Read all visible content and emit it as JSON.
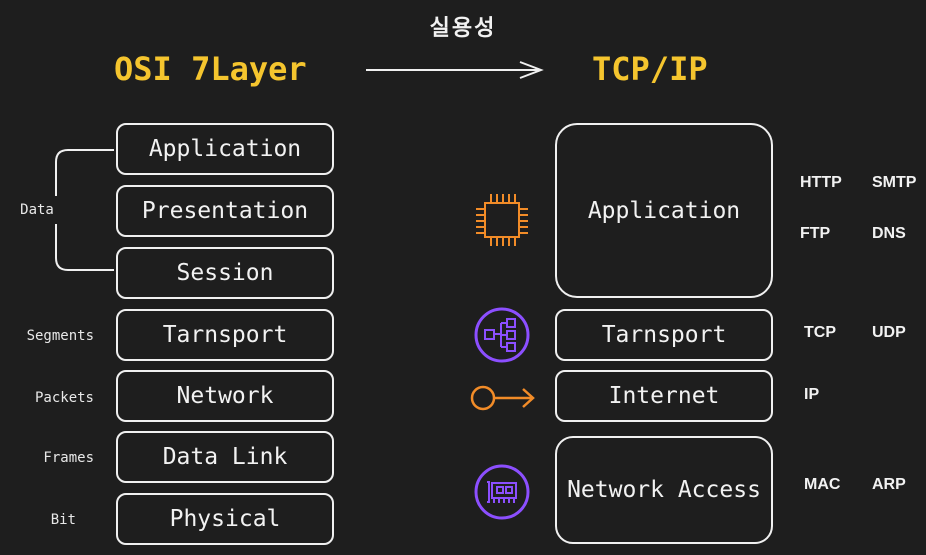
{
  "header": {
    "practicality_label": "실용성",
    "osi_title": "OSI 7Layer",
    "tcpip_title": "TCP/IP"
  },
  "osi_layers": [
    {
      "name": "Application",
      "unit": ""
    },
    {
      "name": "Presentation",
      "unit": ""
    },
    {
      "name": "Session",
      "unit": ""
    },
    {
      "name": "Tarnsport",
      "unit": "Segments"
    },
    {
      "name": "Network",
      "unit": "Packets"
    },
    {
      "name": "Data Link",
      "unit": "Frames"
    },
    {
      "name": "Physical",
      "unit": "Bit"
    }
  ],
  "data_group_label": "Data",
  "tcpip_layers": [
    {
      "name": "Application",
      "icon": "chip-icon",
      "icon_color": "#f28c28",
      "protocols": [
        "HTTP",
        "SMTP",
        "FTP",
        "DNS"
      ]
    },
    {
      "name": "Tarnsport",
      "icon": "transport-nodes-icon",
      "icon_color": "#8c4fff",
      "protocols": [
        "TCP",
        "UDP"
      ]
    },
    {
      "name": "Internet",
      "icon": "circle-arrow-icon",
      "icon_color": "#f28c28",
      "protocols": [
        "IP"
      ]
    },
    {
      "name": "Network Access",
      "icon": "network-card-icon",
      "icon_color": "#8c4fff",
      "protocols": [
        "MAC",
        "ARP"
      ]
    }
  ],
  "colors": {
    "background": "#1e1e1e",
    "title_yellow": "#f5c52e",
    "orange": "#f28c28",
    "purple": "#8c4fff",
    "white": "#f0f0f0"
  }
}
